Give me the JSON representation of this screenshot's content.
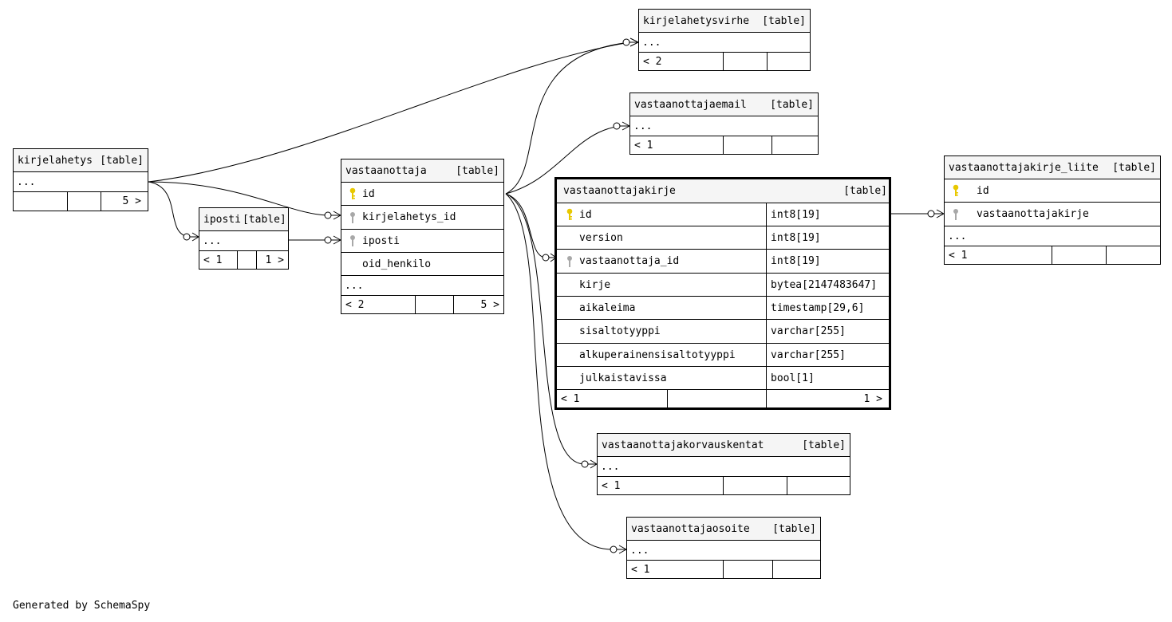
{
  "tables": {
    "kirjelahetysvirhe": {
      "name": "kirjelahetysvirhe",
      "tag": "[table]",
      "ellipsis": "...",
      "foot": [
        "< 2",
        "",
        ""
      ]
    },
    "vastaanottajaemail": {
      "name": "vastaanottajaemail",
      "tag": "[table]",
      "ellipsis": "...",
      "foot": [
        "< 1",
        "",
        ""
      ]
    },
    "kirjelahetys": {
      "name": "kirjelahetys",
      "tag": "[table]",
      "ellipsis": "...",
      "foot": [
        "",
        "",
        "5 >"
      ]
    },
    "iposti": {
      "name": "iposti",
      "tag": "[table]",
      "ellipsis": "...",
      "foot": [
        "< 1",
        "",
        "1 >"
      ]
    },
    "vastaanottaja": {
      "name": "vastaanottaja",
      "tag": "[table]",
      "columns": [
        {
          "name": "id",
          "key": "primary-key-icon"
        },
        {
          "name": "kirjelahetys_id",
          "key": "foreign-key-icon"
        },
        {
          "name": "iposti",
          "key": "foreign-key-icon"
        },
        {
          "name": "oid_henkilo",
          "key": ""
        }
      ],
      "ellipsis": "...",
      "foot": [
        "< 2",
        "",
        "5 >"
      ]
    },
    "vastaanottajakirje": {
      "name": "vastaanottajakirje",
      "tag": "[table]",
      "columns": [
        {
          "name": "id",
          "type": "int8[19]",
          "key": "primary-key-icon"
        },
        {
          "name": "version",
          "type": "int8[19]",
          "key": ""
        },
        {
          "name": "vastaanottaja_id",
          "type": "int8[19]",
          "key": "foreign-key-icon"
        },
        {
          "name": "kirje",
          "type": "bytea[2147483647]",
          "key": ""
        },
        {
          "name": "aikaleima",
          "type": "timestamp[29,6]",
          "key": ""
        },
        {
          "name": "sisaltotyyppi",
          "type": "varchar[255]",
          "key": ""
        },
        {
          "name": "alkuperainensisaltotyyppi",
          "type": "varchar[255]",
          "key": ""
        },
        {
          "name": "julkaistavissa",
          "type": "bool[1]",
          "key": ""
        }
      ],
      "foot": [
        "< 1",
        "",
        "1 >"
      ]
    },
    "vastaanottajakirje_liite": {
      "name": "vastaanottajakirje_liite",
      "tag": "[table]",
      "columns": [
        {
          "name": "id",
          "key": "primary-key-icon"
        },
        {
          "name": "vastaanottajakirje",
          "key": "foreign-key-icon"
        }
      ],
      "ellipsis": "...",
      "foot": [
        "< 1",
        "",
        ""
      ]
    },
    "vastaanottajakorvauskentat": {
      "name": "vastaanottajakorvauskentat",
      "tag": "[table]",
      "ellipsis": "...",
      "foot": [
        "< 1",
        "",
        ""
      ]
    },
    "vastaanottajaosoite": {
      "name": "vastaanottajaosoite",
      "tag": "[table]",
      "ellipsis": "...",
      "foot": [
        "< 1",
        "",
        ""
      ]
    }
  },
  "colors": {
    "primary_key": "#e8c800",
    "foreign_key": "#a8a8a8",
    "header_bg": "#f5f5f5",
    "line": "#000000"
  },
  "footer": {
    "generated": "Generated by SchemaSpy"
  }
}
